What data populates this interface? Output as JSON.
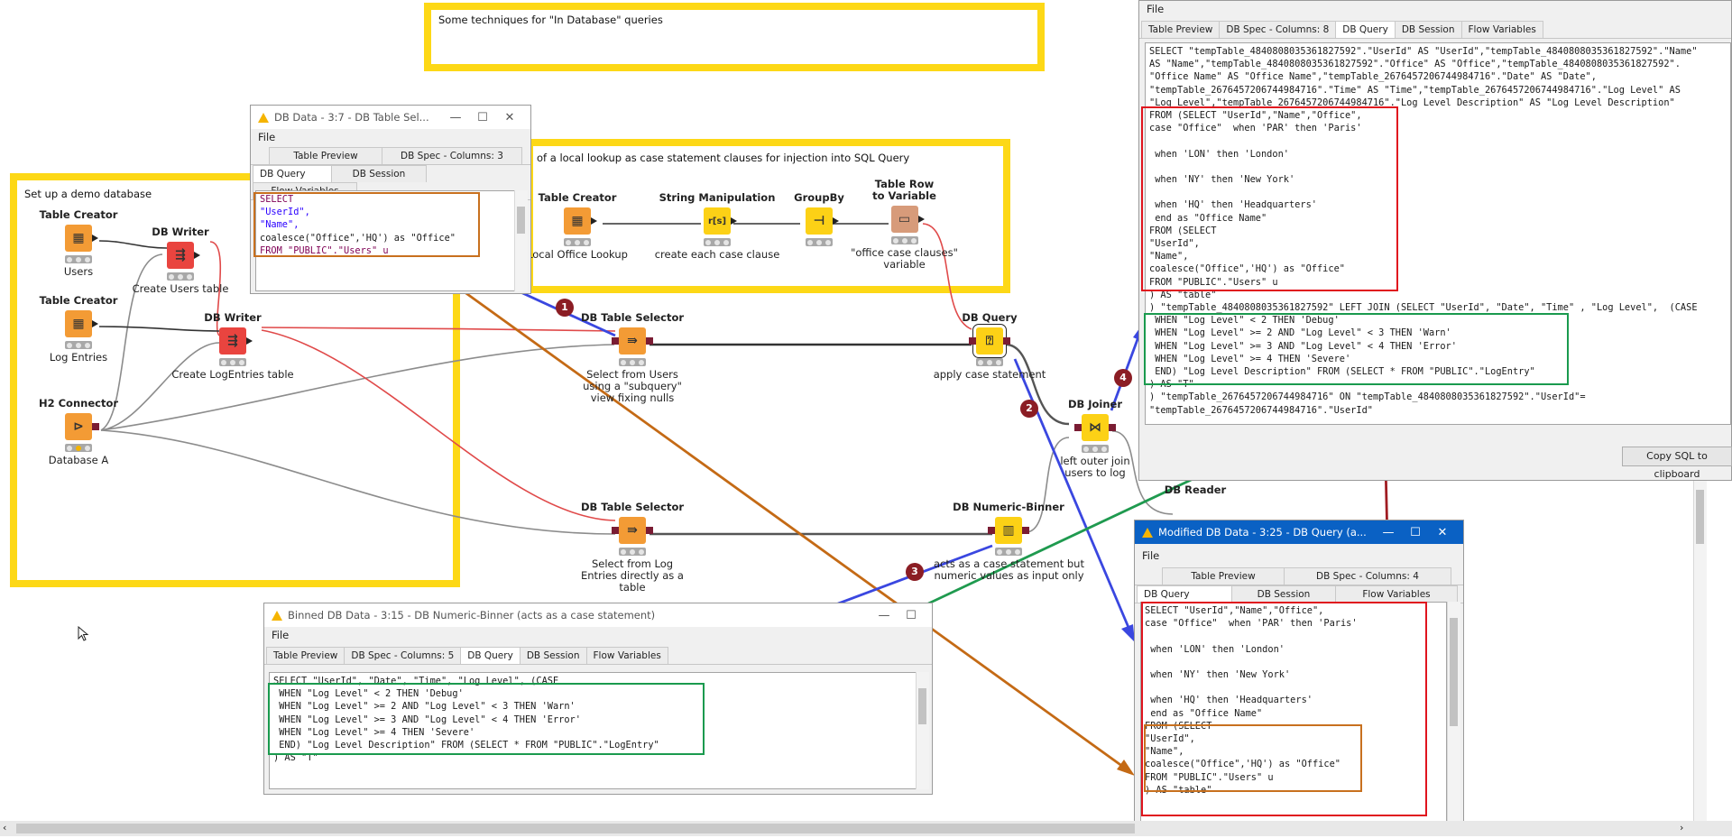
{
  "annotations": {
    "top": "Some techniques for \"In Database\" queries",
    "middle": "of a local lookup as case statement clauses for injection into SQL Query",
    "left": "Set up a demo database"
  },
  "nodes": {
    "table_creator_users": {
      "title": "Table Creator",
      "label": "Users"
    },
    "table_creator_log": {
      "title": "Table Creator",
      "label": "Log Entries"
    },
    "h2_connector": {
      "title": "H2 Connector",
      "label": "Database A"
    },
    "db_writer_users": {
      "title": "DB Writer",
      "label": "Create Users table"
    },
    "db_writer_log": {
      "title": "DB Writer",
      "label": "Create LogEntries table"
    },
    "table_creator_lookup": {
      "title": "Table Creator",
      "label": "Local Office Lookup"
    },
    "string_manipulation": {
      "title": "String Manipulation",
      "label": "create each case clause"
    },
    "groupby": {
      "title": "GroupBy",
      "label": ""
    },
    "table_row_to_variable": {
      "title": "Table Row to Variable",
      "label": "\"office case clauses\" variable"
    },
    "db_table_selector_users": {
      "title": "DB Table Selector",
      "label": "Select from Users using a \"subquery\" view fixing nulls"
    },
    "db_table_selector_log": {
      "title": "DB Table Selector",
      "label": "Select from Log Entries directly as a table"
    },
    "db_query": {
      "title": "DB Query",
      "label": "apply case statement"
    },
    "db_joiner": {
      "title": "DB Joiner",
      "label": "left outer join users to log"
    },
    "db_numeric_binner": {
      "title": "DB Numeric-Binner",
      "label": "acts as a case statement but numeric values as input only"
    },
    "db_reader": {
      "title": "DB Reader",
      "label": ""
    }
  },
  "icons": {
    "table_creator": "grid-icon",
    "db_writer": "db-write-icon",
    "h2": "db-connect-icon",
    "string_manipulation": "r-bracket-s-icon",
    "groupby": "groupby-icon",
    "row_to_var": "row-to-variable-icon",
    "table_selector": "db-select-icon",
    "db_query": "db-query-icon",
    "joiner": "db-join-icon",
    "binner": "db-binner-icon",
    "warning": "warning-icon"
  },
  "badges": [
    "1",
    "2",
    "3",
    "4"
  ],
  "win_users": {
    "title": "DB Data - 3:7 - DB Table Sel...",
    "menu": "File",
    "tabs_row1": [
      "Table Preview",
      "DB Spec - Columns: 3"
    ],
    "tabs_row2": [
      "DB Query",
      "DB Session",
      "Flow Variables"
    ],
    "sql": [
      "SELECT",
      "\"UserId\",",
      "\"Name\",",
      "coalesce(\"Office\",'HQ') as \"Office\"",
      "FROM \"PUBLIC\".\"Users\" u"
    ]
  },
  "win_binned": {
    "title": "Binned DB Data - 3:15 - DB Numeric-Binner (acts as a case statement)",
    "menu": "File",
    "tabs": [
      "Table Preview",
      "DB Spec - Columns: 5",
      "DB Query",
      "DB Session",
      "Flow Variables"
    ],
    "sql": [
      "SELECT \"UserId\", \"Date\", \"Time\", \"Log Level\", (CASE",
      " WHEN \"Log Level\" < 2 THEN 'Debug'",
      " WHEN \"Log Level\" >= 2 AND \"Log Level\" < 3 THEN 'Warn'",
      " WHEN \"Log Level\" >= 3 AND \"Log Level\" < 4 THEN 'Error'",
      " WHEN \"Log Level\" >= 4 THEN 'Severe'",
      " END) \"Log Level Description\" FROM (SELECT * FROM \"PUBLIC\".\"LogEntry\"",
      ") AS \"T\""
    ]
  },
  "win_modified": {
    "title": "Modified DB Data - 3:25 - DB Query (a...",
    "menu": "File",
    "tabs_row1": [
      "Table Preview",
      "DB Spec - Columns: 4"
    ],
    "tabs_row2": [
      "DB Query",
      "DB Session",
      "Flow Variables"
    ],
    "sql": [
      "SELECT \"UserId\",\"Name\",\"Office\",",
      "case \"Office\"  when 'PAR' then 'Paris'",
      "",
      " when 'LON' then 'London'",
      "",
      " when 'NY' then 'New York'",
      "",
      " when 'HQ' then 'Headquarters'",
      " end as \"Office Name\"",
      "FROM (SELECT",
      "\"UserId\",",
      "\"Name\",",
      "coalesce(\"Office\",'HQ') as \"Office\"",
      "FROM \"PUBLIC\".\"Users\" u",
      ") AS \"table\""
    ]
  },
  "win_join": {
    "menu": "File",
    "tabs": [
      "Table Preview",
      "DB Spec - Columns: 8",
      "DB Query",
      "DB Session",
      "Flow Variables"
    ],
    "sql": [
      "SELECT \"tempTable_4840808035361827592\".\"UserId\" AS \"UserId\",\"tempTable_4840808035361827592\".\"Name\"",
      "AS \"Name\",\"tempTable_4840808035361827592\".\"Office\" AS \"Office\",\"tempTable_4840808035361827592\".",
      "\"Office Name\" AS \"Office Name\",\"tempTable_2676457206744984716\".\"Date\" AS \"Date\",",
      "\"tempTable_2676457206744984716\".\"Time\" AS \"Time\",\"tempTable_2676457206744984716\".\"Log Level\" AS",
      "\"Log Level\",\"tempTable_2676457206744984716\".\"Log Level Description\" AS \"Log Level Description\"",
      "FROM (SELECT \"UserId\",\"Name\",\"Office\",",
      "case \"Office\"  when 'PAR' then 'Paris'",
      "",
      " when 'LON' then 'London'",
      "",
      " when 'NY' then 'New York'",
      "",
      " when 'HQ' then 'Headquarters'",
      " end as \"Office Name\"",
      "FROM (SELECT",
      "\"UserId\",",
      "\"Name\",",
      "coalesce(\"Office\",'HQ') as \"Office\"",
      "FROM \"PUBLIC\".\"Users\" u",
      ") AS \"table\"",
      ") \"tempTable_4840808035361827592\" LEFT JOIN (SELECT \"UserId\", \"Date\", \"Time\" , \"Log Level\",  (CASE",
      " WHEN \"Log Level\" < 2 THEN 'Debug'",
      " WHEN \"Log Level\" >= 2 AND \"Log Level\" < 3 THEN 'Warn'",
      " WHEN \"Log Level\" >= 3 AND \"Log Level\" < 4 THEN 'Error'",
      " WHEN \"Log Level\" >= 4 THEN 'Severe'",
      " END) \"Log Level Description\" FROM (SELECT * FROM \"PUBLIC\".\"LogEntry\"",
      ") AS \"T\"",
      ") \"tempTable_2676457206744984716\" ON \"tempTable_4840808035361827592\".\"UserId\"=",
      "\"tempTable_2676457206744984716\".\"UserId\""
    ],
    "copy_button": "Copy SQL to clipboard"
  },
  "colors": {
    "annotation": "#fdd816",
    "highlight_red": "#e0141e",
    "highlight_orange": "#c8701e",
    "highlight_green": "#1a9a4e",
    "arrow_blue": "#3a47e0",
    "arrow_brown": "#c46a15",
    "arrow_green": "#1f9a4f",
    "arrow_darkred": "#a01c22",
    "badge": "#8b1d24",
    "active_titlebar": "#0a61c4"
  }
}
